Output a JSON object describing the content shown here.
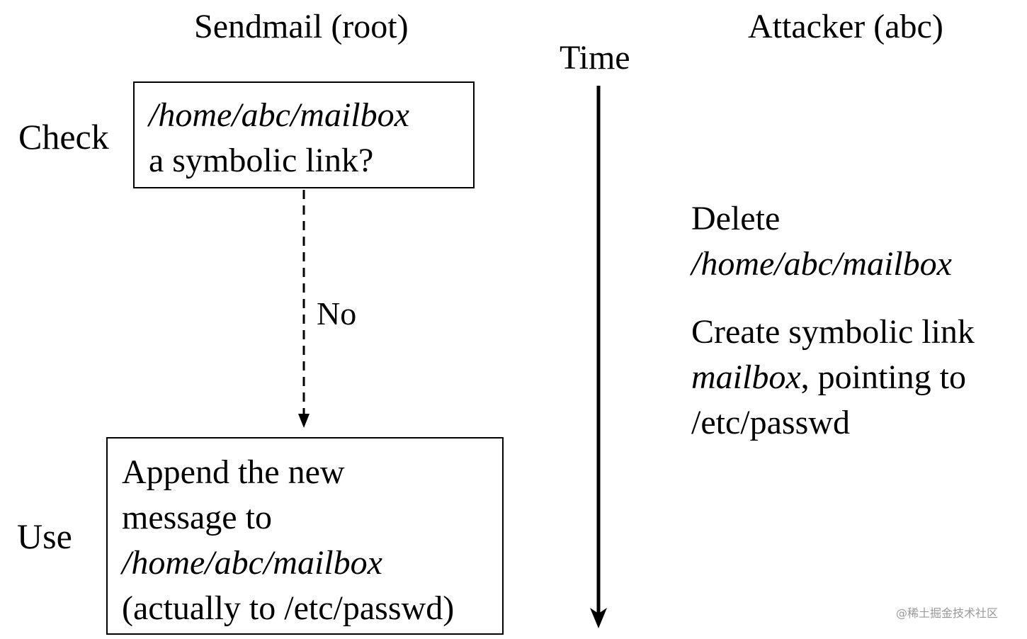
{
  "headers": {
    "left": "Sendmail (root)",
    "right": "Attacker (abc)",
    "time": "Time"
  },
  "side_labels": {
    "check": "Check",
    "use": "Use"
  },
  "check_box": {
    "line1": "/home/abc/mailbox",
    "line2": "a symbolic link?"
  },
  "edge_label": "No",
  "use_box": {
    "line1": "Append the new",
    "line2": "message to",
    "line3": "/home/abc/mailbox",
    "line4": "(actually to /etc/passwd)"
  },
  "attacker_steps": {
    "delete_label": "Delete",
    "delete_path": "/home/abc/mailbox",
    "create_line1": "Create symbolic link",
    "create_line2_italic": "mailbox",
    "create_line2_rest": ", pointing to",
    "create_line3": "/etc/passwd"
  },
  "watermark": "@稀土掘金技术社区",
  "colors": {
    "ink": "#000000",
    "background": "#ffffff",
    "watermark": "#9a9a9a"
  }
}
